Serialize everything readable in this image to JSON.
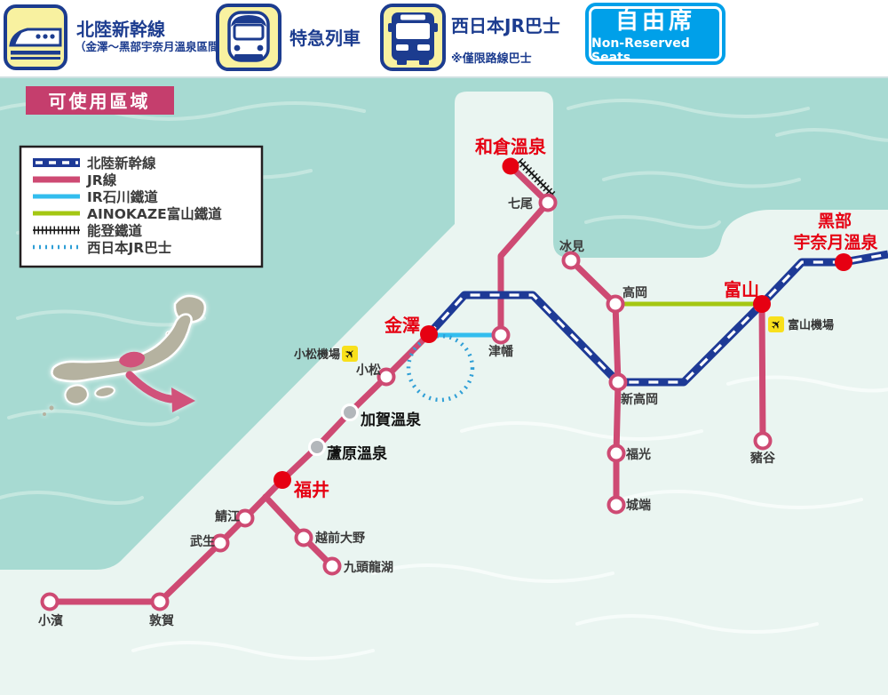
{
  "header": {
    "items": [
      {
        "icon": "shinkansen-icon",
        "label": "北陸新幹線",
        "sub": "（金澤～黑部宇奈月溫泉區間）"
      },
      {
        "icon": "express-train-icon",
        "label": "特急列車"
      },
      {
        "icon": "bus-icon",
        "label": "西日本JR巴士",
        "note": "※僅限路線巴士"
      }
    ],
    "seat_badge": {
      "title": "自由席",
      "subtitle": "Non-Reserved Seats"
    }
  },
  "map": {
    "area_label": "可使用區域",
    "legend": {
      "items": [
        {
          "label": "北陸新幹線",
          "type": "shinkansen"
        },
        {
          "label": "JR線",
          "type": "jr"
        },
        {
          "label": "IR石川鐵道",
          "type": "ir-ishikawa"
        },
        {
          "label": "AINOKAZE富山鐵道",
          "type": "ainokaze-toyama"
        },
        {
          "label": "能登鐵道",
          "type": "noto"
        },
        {
          "label": "西日本JR巴士",
          "type": "jr-west-bus"
        }
      ]
    },
    "stations": [
      {
        "name": "和倉溫泉",
        "kind": "major"
      },
      {
        "name": "七尾",
        "kind": "regular"
      },
      {
        "name": "冰見",
        "kind": "regular"
      },
      {
        "name": "高岡",
        "kind": "regular"
      },
      {
        "name": "富山",
        "kind": "major"
      },
      {
        "name": "黑部宇奈月溫泉",
        "kind": "major",
        "lines": [
          "黑部",
          "宇奈月溫泉"
        ]
      },
      {
        "name": "津幡",
        "kind": "regular"
      },
      {
        "name": "金澤",
        "kind": "major"
      },
      {
        "name": "小松",
        "kind": "regular"
      },
      {
        "name": "加賀溫泉",
        "kind": "onsen"
      },
      {
        "name": "蘆原溫泉",
        "kind": "onsen"
      },
      {
        "name": "福井",
        "kind": "major"
      },
      {
        "name": "鯖江",
        "kind": "regular"
      },
      {
        "name": "武生",
        "kind": "regular"
      },
      {
        "name": "越前大野",
        "kind": "regular"
      },
      {
        "name": "九頭龍湖",
        "kind": "regular"
      },
      {
        "name": "敦賀",
        "kind": "regular"
      },
      {
        "name": "小濱",
        "kind": "regular"
      },
      {
        "name": "新高岡",
        "kind": "regular"
      },
      {
        "name": "福光",
        "kind": "regular"
      },
      {
        "name": "城端",
        "kind": "regular"
      },
      {
        "name": "豬谷",
        "kind": "regular"
      }
    ],
    "airports": [
      {
        "name": "小松機場"
      },
      {
        "name": "富山機場"
      }
    ]
  },
  "colors": {
    "navy": "#1c3c8f",
    "badge_blue": "#00a0e9",
    "icon_yellow": "#f8f1a0",
    "sea": "#a7dad2",
    "land": "#eaf5f1",
    "jr_pink": "#ce4a73",
    "area_label_bg": "#c53e6d",
    "station_red": "#e60012",
    "ir_cyan": "#33bdee",
    "ainokaze_green": "#a4c713",
    "bus_blue": "#2f9fd6",
    "gray_station": "#b3b7bb",
    "airport_yellow": "#f8e01c"
  }
}
